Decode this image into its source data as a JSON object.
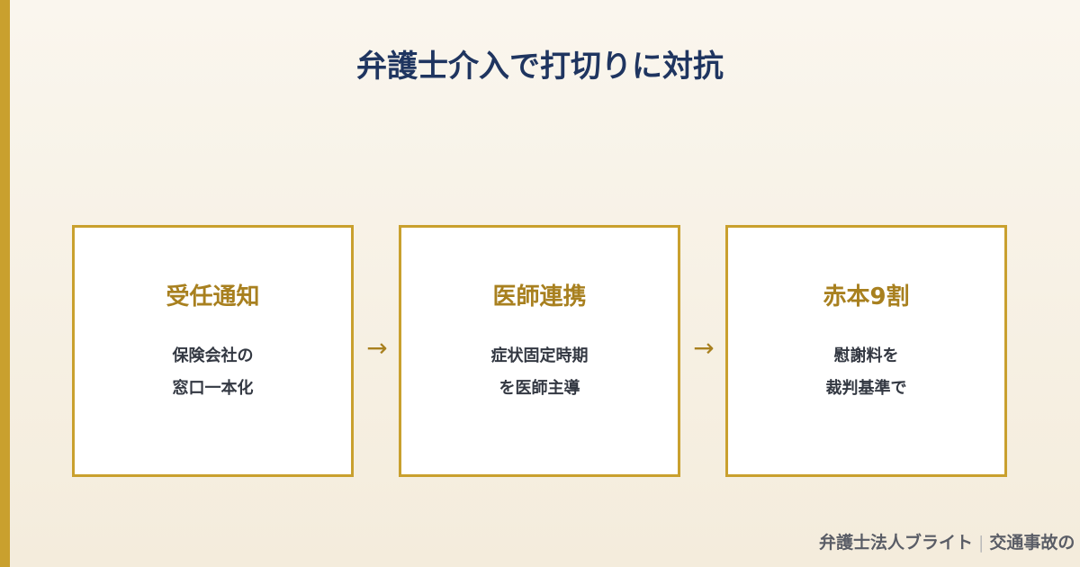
{
  "title": "弁護士介入で打切りに対抗",
  "steps": [
    {
      "title": "受任通知",
      "line1": "保険会社の",
      "line2": "窓口一本化"
    },
    {
      "title": "医師連携",
      "line1": "症状固定時期",
      "line2": "を医師主導"
    },
    {
      "title": "赤本9割",
      "line1": "慰謝料を",
      "line2": "裁判基準で"
    }
  ],
  "arrow": "→",
  "footer": {
    "firm": "弁護士法人ブライト",
    "separator": "|",
    "topic": "交通事故の"
  },
  "colors": {
    "accent": "#c9a02e",
    "title": "#1f3560",
    "step_title": "#a8801f"
  }
}
